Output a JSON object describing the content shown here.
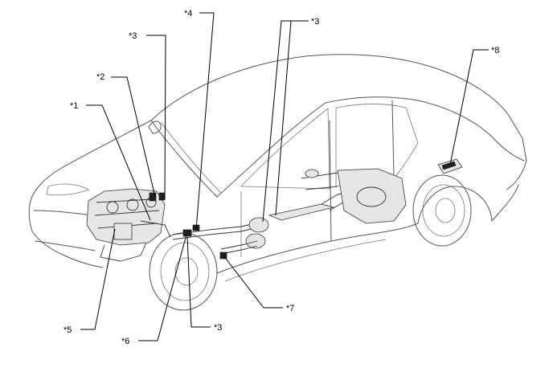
{
  "callouts": [
    {
      "id": "c1",
      "label": "*1"
    },
    {
      "id": "c2",
      "label": "*2"
    },
    {
      "id": "c3a",
      "label": "*3"
    },
    {
      "id": "c3b",
      "label": "*3"
    },
    {
      "id": "c3c",
      "label": "*3"
    },
    {
      "id": "c4",
      "label": "*4"
    },
    {
      "id": "c5",
      "label": "*5"
    },
    {
      "id": "c6",
      "label": "*6"
    },
    {
      "id": "c7",
      "label": "*7"
    },
    {
      "id": "c8",
      "label": "*8"
    }
  ]
}
